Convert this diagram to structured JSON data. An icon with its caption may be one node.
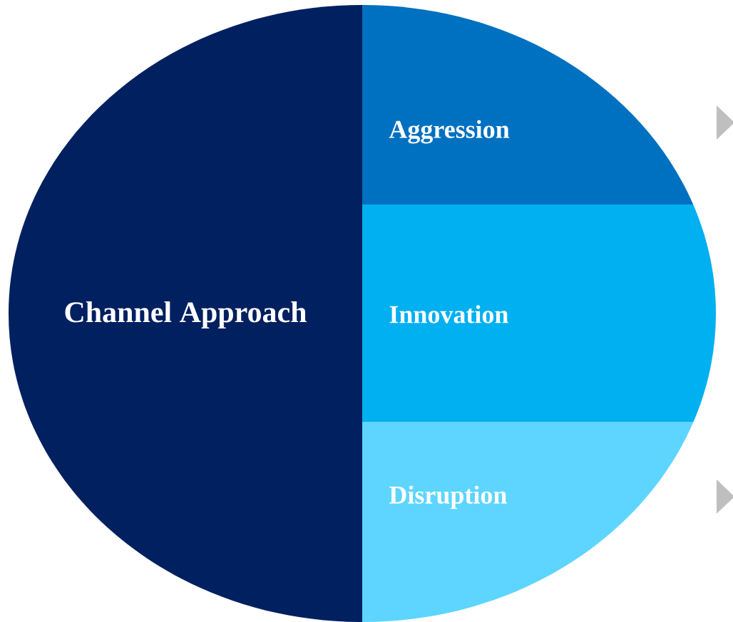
{
  "diagram": {
    "nodes": [
      {
        "text": [
          "Channel Approach"
        ]
      },
      {
        "text": [
          "Aggression"
        ]
      },
      {
        "text": [
          "Innovation"
        ]
      },
      {
        "text": [
          "Disruption"
        ]
      }
    ]
  }
}
